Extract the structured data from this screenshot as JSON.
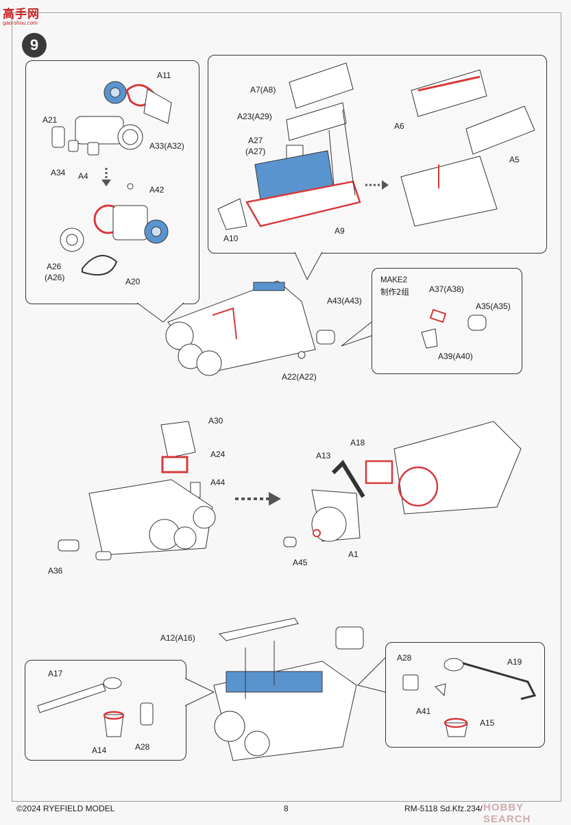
{
  "watermark_top": {
    "title": "高手网",
    "subtitle": "gao-shou.com"
  },
  "step_number": "9",
  "labels": {
    "a11": "A11",
    "a21": "A21",
    "a33": "A33(A32)",
    "a34": "A34",
    "a4": "A4",
    "a42": "A42",
    "a26": "A26",
    "a26b": "(A26)",
    "a20": "A20",
    "a7": "A7(A8)",
    "a23": "A23(A29)",
    "a27": "A27",
    "a27b": "(A27)",
    "a10": "A10",
    "a9": "A9",
    "a6": "A6",
    "a5": "A5",
    "a43": "A43(A43)",
    "a22": "A22(A22)",
    "make2": "MAKE2",
    "make2_cn": "制作2组",
    "a37": "A37(A38)",
    "a35": "A35(A35)",
    "a39": "A39(A40)",
    "a30": "A30",
    "a24": "A24",
    "a44": "A44",
    "a36": "A36",
    "a18": "A18",
    "a13": "A13",
    "a1": "A1",
    "a45": "A45",
    "a12": "A12(A16)",
    "a17": "A17",
    "a14": "A14",
    "a28": "A28",
    "a28b": "A28",
    "a19": "A19",
    "a41": "A41",
    "a15": "A15"
  },
  "footer": {
    "copyright": "©2024 RYEFIELD MODEL",
    "page": "8",
    "title": "RM-5118 Sd.Kfz.234/",
    "watermark": "HOBBY SEARCH"
  },
  "colors": {
    "accent_red": "#d8383a",
    "accent_blue": "#5a94cf",
    "line": "#333333"
  }
}
